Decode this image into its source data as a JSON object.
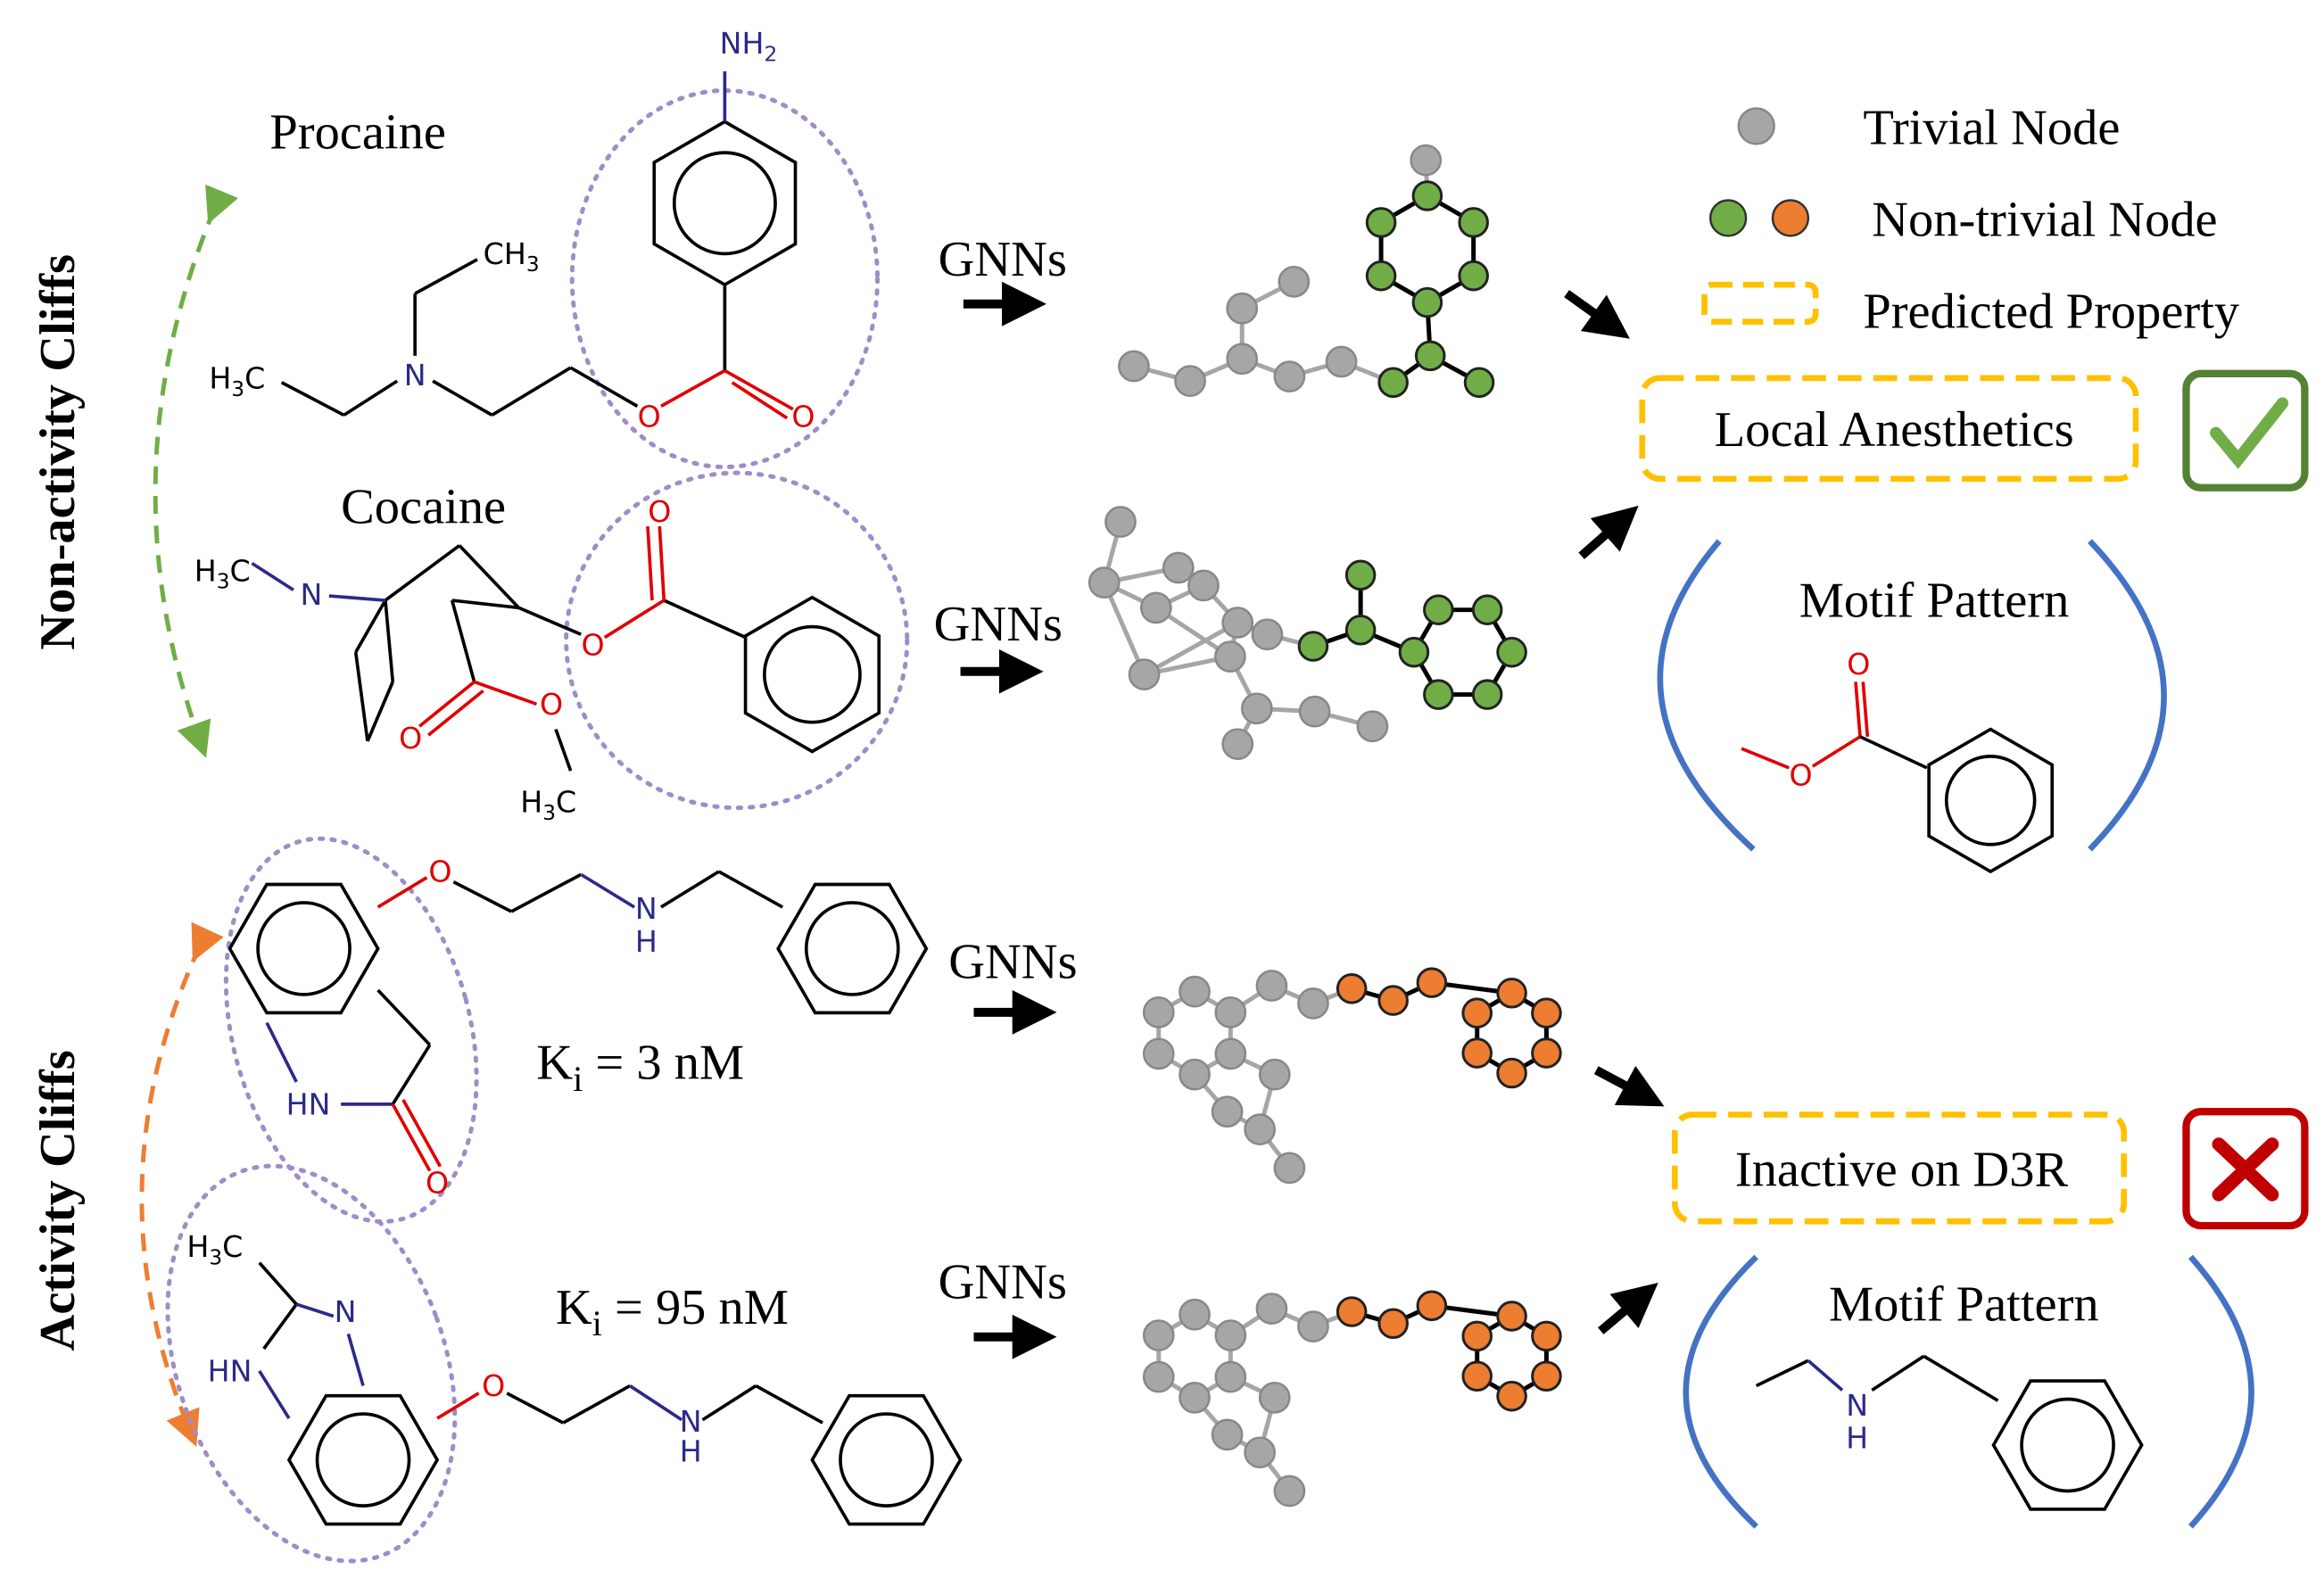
{
  "labels": {
    "procaine": "Procaine",
    "cocaine": "Cocaine",
    "non_activity_cliffs": "Non-activity Cliffs",
    "activity_cliffs": "Activity Cliffs",
    "gnns": [
      "GNNs",
      "GNNs",
      "GNNs",
      "GNNs"
    ],
    "ki_1": {
      "k": "K",
      "sub": "i",
      "rest": " = 3 nM"
    },
    "ki_2": {
      "k": "K",
      "sub": "i",
      "rest": " = 95 nM"
    }
  },
  "legend": {
    "trivial": "Trivial Node",
    "non_trivial": "Non-trivial Node",
    "predicted": "Predicted Property"
  },
  "results": [
    {
      "property": "Local Anesthetics",
      "motif_title": "Motif Pattern",
      "verdict": "correct-check"
    },
    {
      "property": "Inactive on D3R",
      "motif_title": "Motif Pattern",
      "verdict": "wrong-cross"
    }
  ],
  "atoms": {
    "nh2": {
      "main": "NH",
      "sub": "2"
    },
    "ch3": {
      "main": "CH",
      "sub": "3"
    },
    "h3c": {
      "h": "H",
      "sub": "3",
      "c": "C"
    },
    "n": "N",
    "o": "O",
    "hn": "HN",
    "h": "H"
  },
  "colors": {
    "trivial": "#a6a6a6",
    "green": "#70ad47",
    "orange": "#ed7d31",
    "property_box": "#ffc000",
    "check": "#548235",
    "cross": "#c00000",
    "bracket": "#4472c4",
    "motif_ellipse": "#a08cc8",
    "oxygen": "#e00000",
    "nitrogen": "#2a2a8a"
  }
}
